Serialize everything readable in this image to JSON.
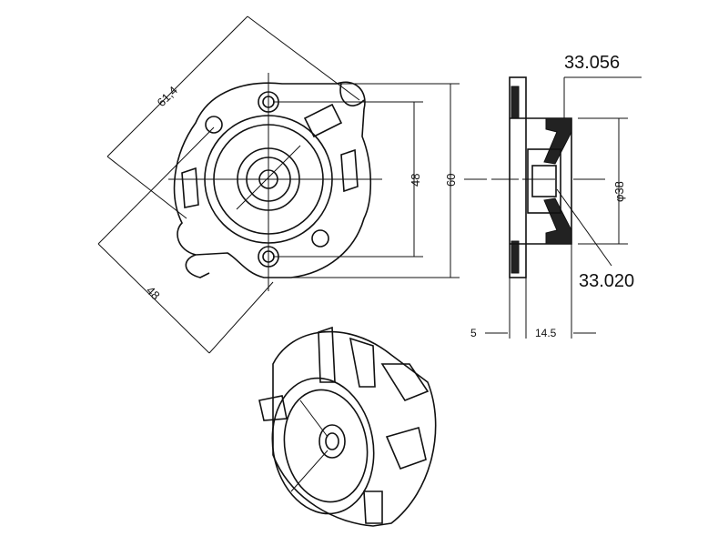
{
  "front_view": {
    "dim_diagonal_overall": "61,4",
    "dim_diagonal_holes": "48",
    "dim_vertical_holes": "48",
    "dim_vertical_overall": "60"
  },
  "section_view": {
    "part_ref_top": "33.056",
    "part_ref_bottom": "33.020",
    "dim_diameter": "φ38",
    "dim_flange": "5",
    "dim_depth": "14.5"
  },
  "colors": {
    "ink": "#111111",
    "paper": "#ffffff"
  }
}
